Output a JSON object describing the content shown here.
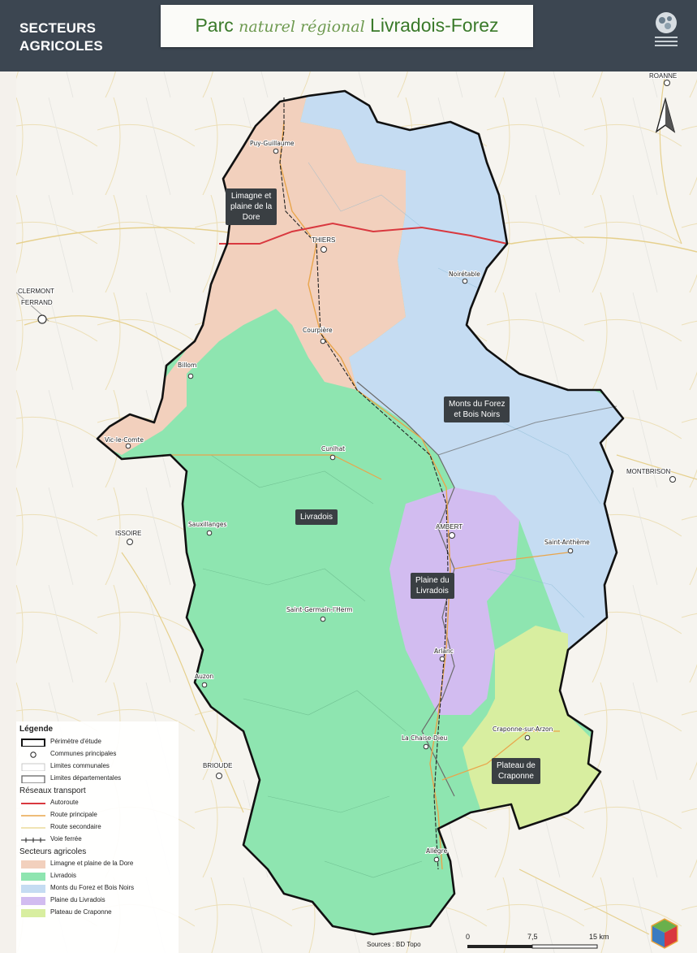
{
  "header": {
    "section_title_line1": "SECTEURS",
    "section_title_line2": "AGRICOLES",
    "title_part1": "Parc ",
    "title_part2": "naturel régional",
    "title_part3": " Livradois-Forez"
  },
  "map": {
    "towns": {
      "roanne": "ROANNE",
      "puy_guillaume": "Puy-Guillaume",
      "thiers": "THIERS",
      "noiretable": "Noirétable",
      "clermont_line1": "CLERMONT",
      "clermont_line2": "FERRAND",
      "courpiere": "Courpière",
      "billom": "Billom",
      "vic_le_comte": "Vic-le-Comte",
      "cunlhat": "Cunlhat",
      "montbrison": "MONTBRISON",
      "issoire": "ISSOIRE",
      "sauxillanges": "Sauxillanges",
      "ambert": "AMBERT",
      "saint_antheme": "Saint-Anthème",
      "saint_germain": "Saint-Germain-l'Herm",
      "arlanc": "Arlanc",
      "auzon": "Auzon",
      "la_chaise_dieu": "La Chaise-Dieu",
      "craponne": "Craponne-sur-Arzon",
      "brioude": "BRIOUDE",
      "allegre": "Allègre"
    },
    "sector_labels": {
      "limagne_l1": "Limagne et",
      "limagne_l2": "plaine de la",
      "limagne_l3": "Dore",
      "forez_l1": "Monts du Forez",
      "forez_l2": "et Bois Noirs",
      "livradois": "Livradois",
      "plaine_l1": "Plaine du",
      "plaine_l2": "Livradois",
      "craponne_l1": "Plateau de",
      "craponne_l2": "Craponne"
    },
    "colors": {
      "limagne": "#f2d0bd",
      "livradois": "#8ee5b0",
      "forez": "#c5dcf2",
      "plaine": "#d2bcf0",
      "craponne": "#d8eea0",
      "perimeter": "#111111",
      "autoroute": "#d9383f",
      "route_principale": "#e9a54b",
      "route_secondaire": "#ecdc9a"
    }
  },
  "legend": {
    "title": "Légende",
    "items": [
      {
        "label": "Périmètre d'étude"
      },
      {
        "label": "Communes principales"
      },
      {
        "label": "Limites communales"
      },
      {
        "label": "Limites départementales"
      }
    ],
    "transport_title": "Réseaux transport",
    "transport": [
      {
        "label": "Autoroute"
      },
      {
        "label": "Route principale"
      },
      {
        "label": "Route secondaire"
      },
      {
        "label": "Voie ferrée"
      }
    ],
    "sectors_title": "Secteurs agricoles",
    "sectors": [
      {
        "label": "Limagne et plaine de la Dore"
      },
      {
        "label": "Livradois"
      },
      {
        "label": "Monts du Forez et Bois Noirs"
      },
      {
        "label": "Plaine du Livradois"
      },
      {
        "label": "Plateau de Craponne"
      }
    ]
  },
  "footer": {
    "sources": "Sources : BD Topo",
    "scale_0": "0",
    "scale_mid": "7,5",
    "scale_max": "15 km"
  }
}
